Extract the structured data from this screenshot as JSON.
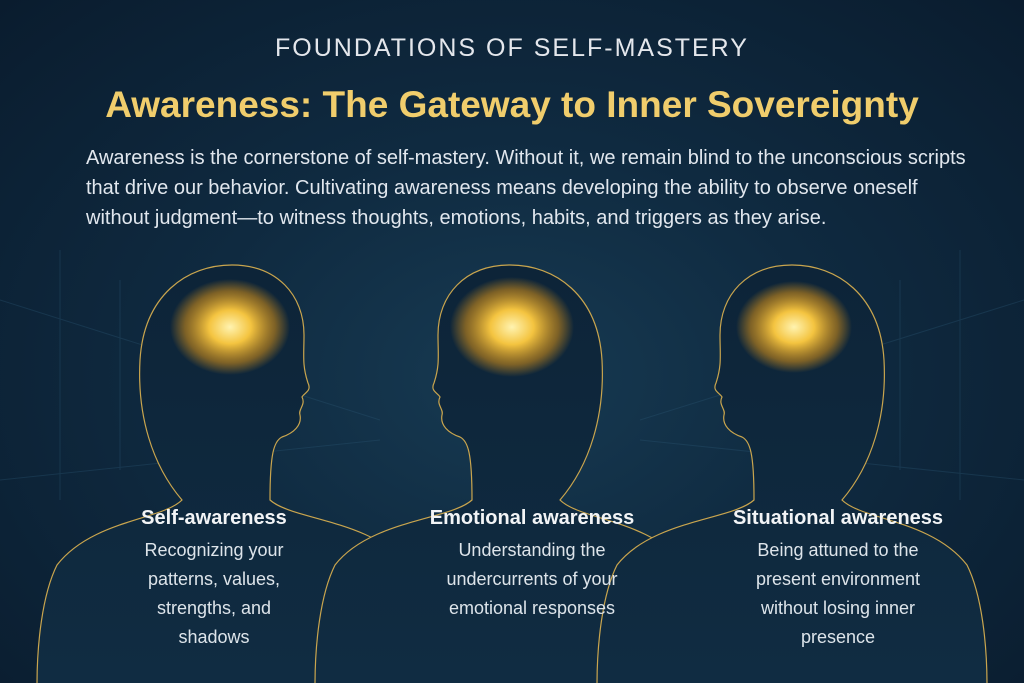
{
  "header": {
    "kicker": "FOUNDATIONS OF SELF-MASTERY",
    "title": "Awareness: The Gateway to Inner Sovereignty"
  },
  "intro": "Awareness is the cornerstone of self-mastery. Without it, we remain blind to the unconscious scripts that drive our behavior. Cultivating awareness means developing the ability to observe oneself without judgment—to witness thoughts, emotions, habits, and triggers as they arise.",
  "cards": [
    {
      "title": "Self-awareness",
      "text": "Recognizing your patterns, values, strengths, and shadows"
    },
    {
      "title": "Emotional awareness",
      "text": "Understanding the undercurrents of your emotional responses"
    },
    {
      "title": "Situational awareness",
      "text": "Being attuned to the present environment without losing inner presence"
    }
  ],
  "colors": {
    "accent": "#f0cd6c",
    "background": "#0f2a40"
  }
}
